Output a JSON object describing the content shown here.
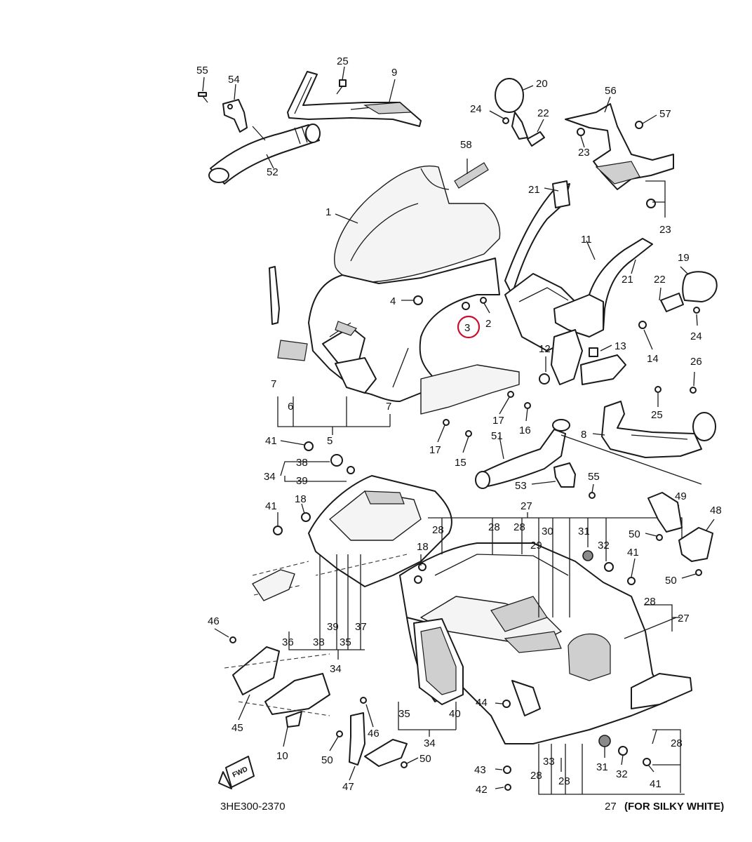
{
  "diagram": {
    "code": "3HE300-2370",
    "footer_number": "27",
    "footer_note": "(FOR SILKY WHITE)",
    "fwd_label": "FWD",
    "highlighted_callout": "3",
    "highlight_color": "#c8102e",
    "callouts": {
      "c1": "1",
      "c2": "2",
      "c3": "3",
      "c4": "4",
      "c5": "5",
      "c6": "6",
      "c7a": "7",
      "c7b": "7",
      "c8": "8",
      "c9": "9",
      "c10": "10",
      "c11": "11",
      "c12": "12",
      "c13": "13",
      "c14": "14",
      "c15": "15",
      "c16": "16",
      "c17a": "17",
      "c17b": "17",
      "c18a": "18",
      "c18b": "18",
      "c19": "19",
      "c20": "20",
      "c21a": "21",
      "c21b": "21",
      "c22a": "22",
      "c22b": "22",
      "c23a": "23",
      "c23b": "23",
      "c24a": "24",
      "c24b": "24",
      "c25a": "25",
      "c25b": "25",
      "c26": "26",
      "c27a": "27",
      "c27b": "27",
      "c28a": "28",
      "c28b": "28",
      "c28c": "28",
      "c28d": "28",
      "c28e": "28",
      "c28f": "28",
      "c28g": "28",
      "c29": "29",
      "c30": "30",
      "c31a": "31",
      "c31b": "31",
      "c32a": "32",
      "c32b": "32",
      "c33": "33",
      "c34a": "34",
      "c34b": "34",
      "c34c": "34",
      "c35a": "35",
      "c35b": "35",
      "c36": "36",
      "c37": "37",
      "c38a": "38",
      "c38b": "38",
      "c39a": "39",
      "c39b": "39",
      "c40": "40",
      "c41a": "41",
      "c41b": "41",
      "c41c": "41",
      "c41d": "41",
      "c42": "42",
      "c43": "43",
      "c44": "44",
      "c45": "45",
      "c46a": "46",
      "c46b": "46",
      "c47": "47",
      "c48": "48",
      "c49": "49",
      "c50a": "50",
      "c50b": "50",
      "c50c": "50",
      "c50d": "50",
      "c51": "51",
      "c52": "52",
      "c53": "53",
      "c54": "54",
      "c55a": "55",
      "c55b": "55",
      "c56": "56",
      "c57": "57",
      "c58": "58"
    }
  }
}
